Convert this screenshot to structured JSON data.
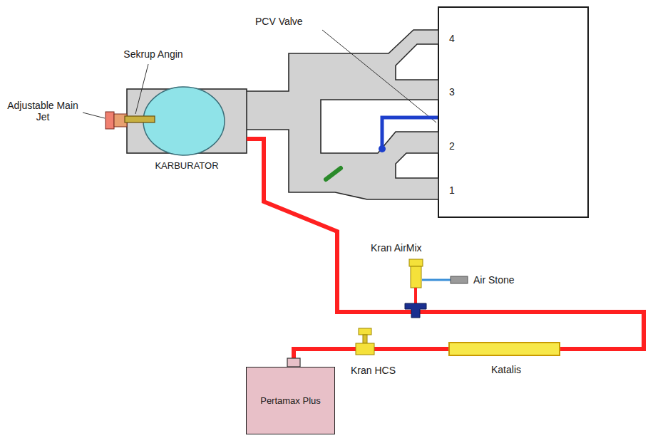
{
  "diagram": {
    "nodes": [
      {
        "text": [
          "KARBURATOR"
        ]
      },
      {
        "text": [
          "Pertamax Plus"
        ]
      }
    ],
    "edges": [
      {
        "from": 1,
        "to": 0,
        "arrow": "none"
      }
    ],
    "labels": [
      "Sekrup Angin",
      "Adjustable Main Jet",
      "PCV Valve",
      "4",
      "3",
      "2",
      "1",
      "Kran AirMix",
      "Air Stone",
      "Kran HCS",
      "Katalis"
    ]
  }
}
